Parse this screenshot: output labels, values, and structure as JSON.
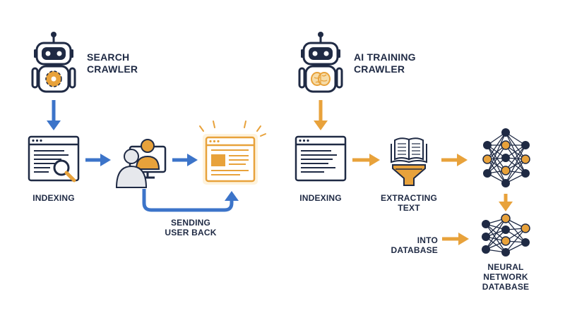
{
  "colors": {
    "navy": "#1f2a44",
    "blue": "#3c74c9",
    "orange": "#e8a23b",
    "light_blue": "#b9cbe6",
    "light_orange": "#f6dca8",
    "gray": "#b9bec8"
  },
  "labels": {
    "search_crawler": [
      "SEARCH",
      "CRAWLER"
    ],
    "ai_crawler": [
      "AI TRAINING",
      "CRAWLER"
    ],
    "indexing_left": "INDEXING",
    "sending_user_back": [
      "SENDING",
      "USER BACK"
    ],
    "indexing_right": "INDEXING",
    "extracting_text": [
      "EXTRACTING",
      "TEXT"
    ],
    "into_database": [
      "INTO",
      "DATABASE"
    ],
    "neural_network_database": [
      "NEURAL",
      "NETWORK",
      "DATABASE"
    ]
  },
  "icons": {
    "search_robot": "robot-gear-icon",
    "ai_robot": "robot-brain-icon",
    "indexing_left": "browser-magnifier-icon",
    "user": "user-at-computer-icon",
    "result_page": "highlighted-webpage-icon",
    "indexing_right": "browser-text-icon",
    "extracting": "book-funnel-icon",
    "network_top": "neural-network-icon",
    "network_bottom": "neural-network-database-icon"
  }
}
